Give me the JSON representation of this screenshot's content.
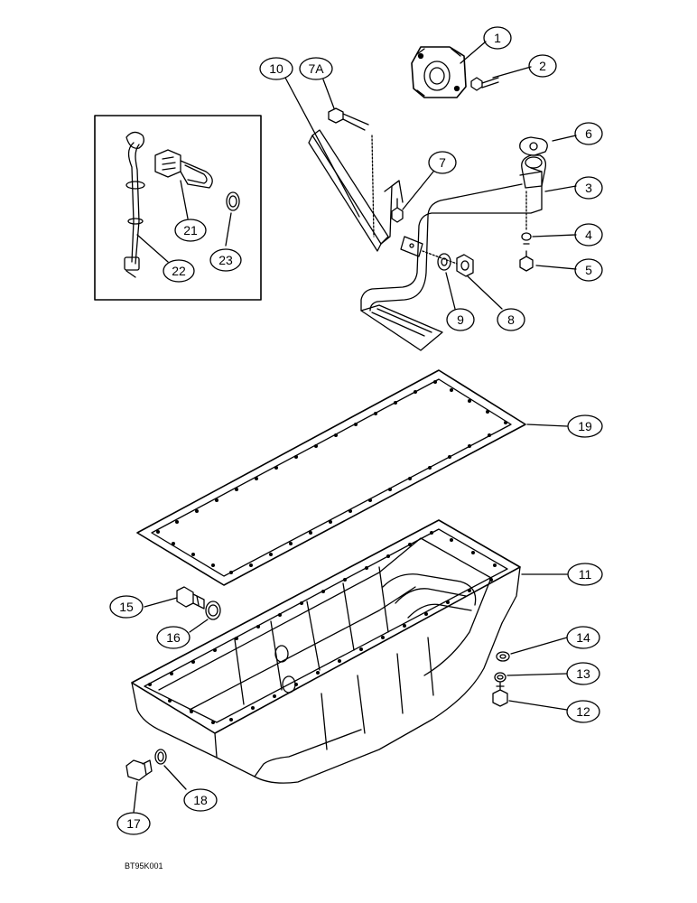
{
  "callouts": {
    "c1": "1",
    "c2": "2",
    "c3": "3",
    "c4": "4",
    "c5": "5",
    "c6": "6",
    "c7": "7",
    "c7a": "7A",
    "c8": "8",
    "c9": "9",
    "c10": "10",
    "c11": "11",
    "c12": "12",
    "c13": "13",
    "c14": "14",
    "c15": "15",
    "c16": "16",
    "c17": "17",
    "c18": "18",
    "c19": "19",
    "c21": "21",
    "c22": "22",
    "c23": "23"
  },
  "footer": {
    "code": "BT95K001"
  }
}
